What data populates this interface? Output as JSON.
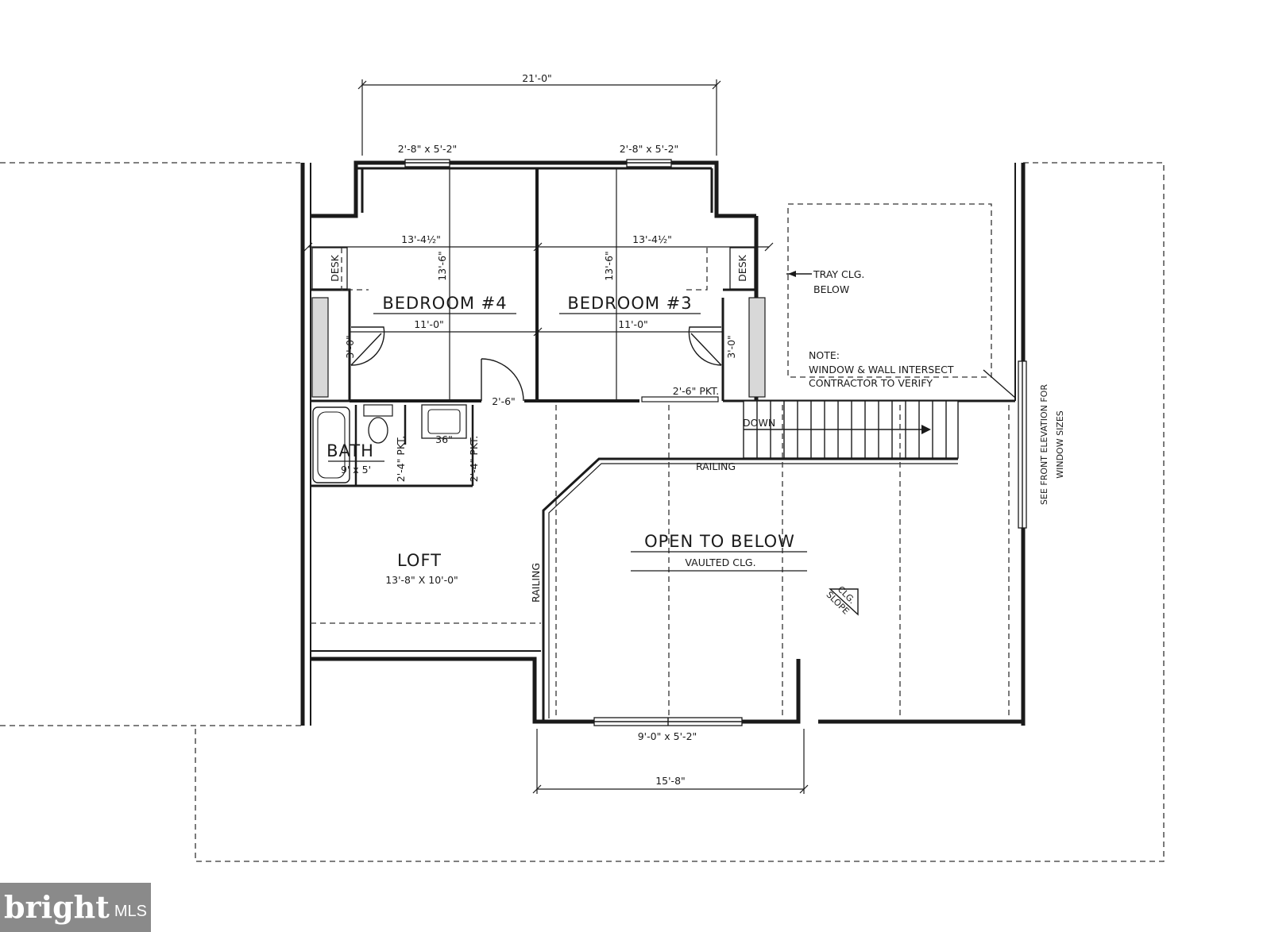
{
  "plan": {
    "dims": {
      "overall_width": "21'-0\"",
      "window_left": "2'-8\" x 5'-2\"",
      "window_right": "2'-8\" x 5'-2\"",
      "bed4_width": "13'-4½\"",
      "bed3_width": "13'-4½\"",
      "bed4_depth": "13'-6\"",
      "bed3_depth": "13'-6\"",
      "bed4_inner": "11'-0\"",
      "bed3_inner": "11'-0\"",
      "closet_left": "3'-0\"",
      "closet_right": "3'-0\"",
      "door_bed4": "2'-6\"",
      "pocket_bed3": "2'-6\" PKT.",
      "vanity": "36\"",
      "pkt_toilet": "2'-4\" PKT.",
      "pkt_vanity": "2'-4\" PKT.",
      "front_window": "9'-0\" x 5'-2\"",
      "bottom_width": "15'-8\""
    },
    "rooms": {
      "bed4": "BEDROOM #4",
      "bed3": "BEDROOM #3",
      "bath": "BATH",
      "bath_size": "9' x 5'",
      "loft": "LOFT",
      "loft_size": "13'-8\" X 10'-0\"",
      "open": "OPEN TO BELOW",
      "vaulted": "VAULTED CLG."
    },
    "labels": {
      "desk_left": "DESK",
      "desk_right": "DESK",
      "tray_line1": "TRAY CLG.",
      "tray_line2": "BELOW",
      "note_title": "NOTE:",
      "note_line1": "WINDOW & WALL INTERSECT",
      "note_line2": "CONTRACTOR TO VERIFY",
      "stair_down": "DOWN",
      "railing_top": "RAILING",
      "railing_side": "RAILING",
      "clg_slope_1": "CLG.",
      "clg_slope_2": "SLOPE",
      "elevation_1": "SEE FRONT ELEVATION FOR",
      "elevation_2": "WINDOW SIZES"
    }
  },
  "watermark": {
    "brand": "bright",
    "suffix": "MLS"
  }
}
